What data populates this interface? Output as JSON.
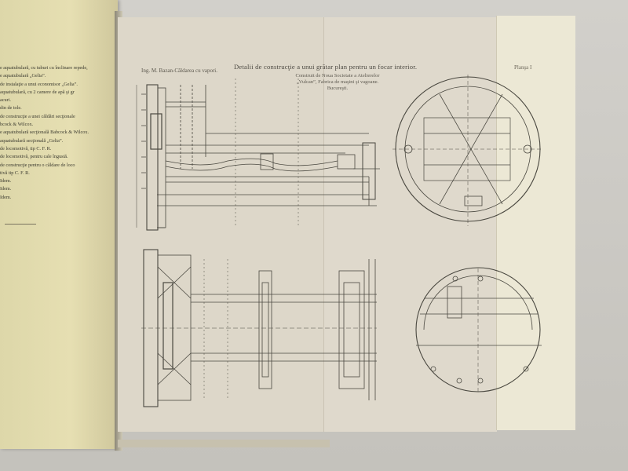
{
  "left_page": {
    "lines": [
      "e aquatubulară, cu tuburi cu înclinare repede,",
      "e aquatubulară „Gelia”.",
      "de instalaţie a unui economisor „Gelia”.",
      "aquatubulară, cu 2 camere de apă şi gr",
      "acuri.",
      "din de tole.",
      "de construcţie a unei căldări secţionale",
      "bcock & Wilcox.",
      "e aquatubulară secţională Babcock & Wilcox.",
      "aquatubulară secţională „Gelia”.",
      "de locomotivă, tip C. F. R.",
      "de locomotivă, pentru cale îngustă.",
      "de construcţie pentru o căldare de loco",
      "tivă tip C. F. R.",
      "Idem.",
      "Idem.",
      "Idem."
    ]
  },
  "plate": {
    "author_caption": "Ing. M. Bazan-Căldarea cu vapori.",
    "title": "Detalii de construcţie a unui grătar plan pentru un focar interior.",
    "credit_lines": [
      "Construit de Noua Societate a Atelierelor",
      "„Vulcan”, Fabrica de maşini şi vagoane.",
      "Bucureşti."
    ],
    "plate_number": "Planşa I"
  },
  "colors": {
    "left_page_paper": "#e2dbae",
    "plate_paper": "#ddd7c9",
    "ink": "#4a4840"
  }
}
